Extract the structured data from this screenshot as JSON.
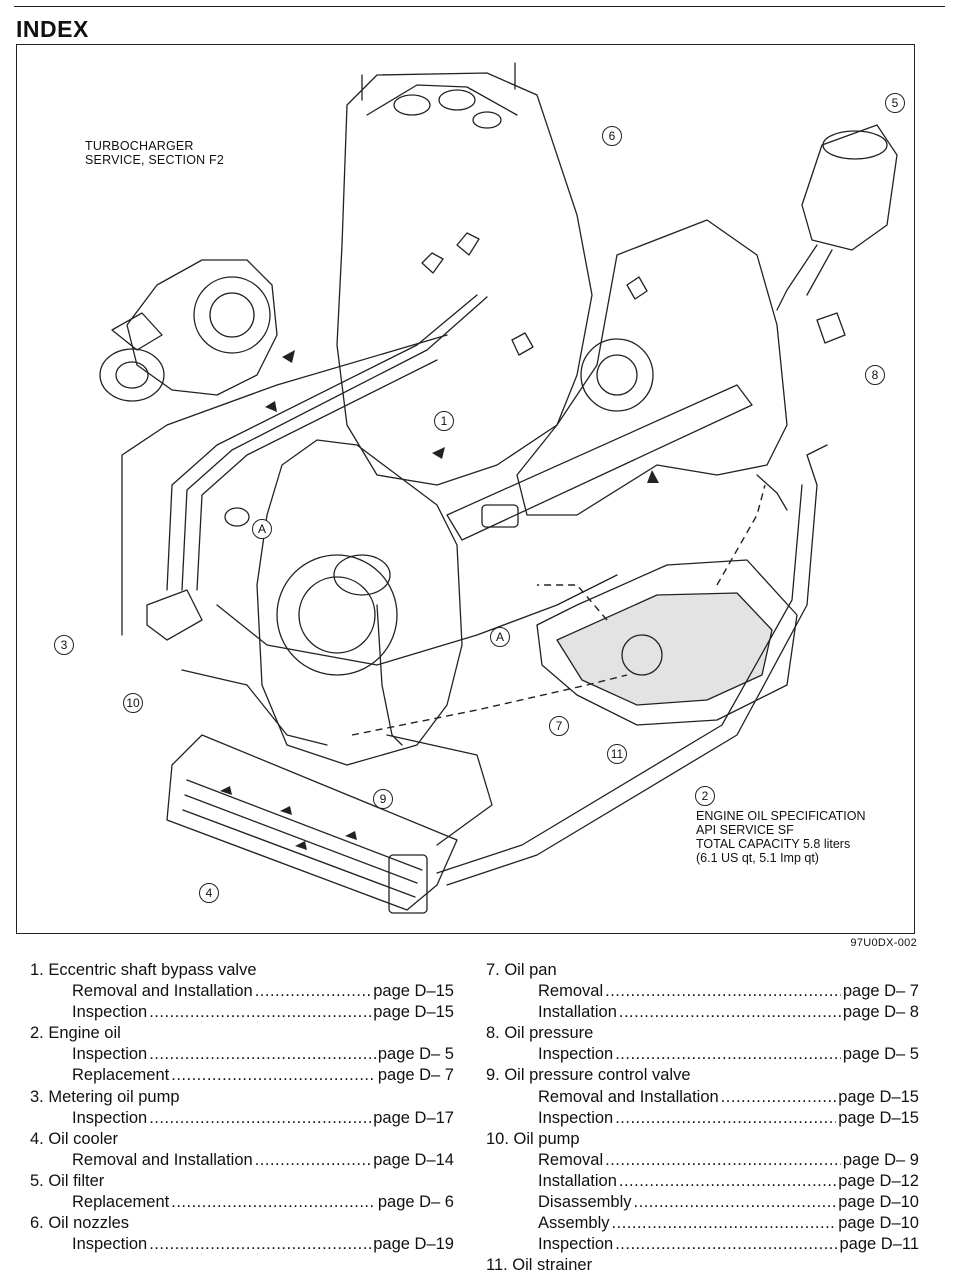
{
  "page": {
    "title": "INDEX"
  },
  "figure": {
    "turbo_note": [
      "TURBOCHARGER",
      "SERVICE, SECTION F2"
    ],
    "callout_a": "A",
    "callouts": [
      "1",
      "2",
      "3",
      "4",
      "5",
      "6",
      "7",
      "8",
      "9",
      "10",
      "11"
    ],
    "spec": [
      "ENGINE OIL SPECIFICATION",
      "API SERVICE SF",
      "TOTAL CAPACITY 5.8 liters",
      "(6.1 US qt, 5.1 Imp qt)"
    ],
    "code": "97U0DX-002"
  },
  "index": {
    "left": [
      {
        "title": "1. Eccentric shaft bypass valve",
        "entries": [
          {
            "label": "Removal and Installation",
            "page": "page D–15"
          },
          {
            "label": "Inspection",
            "page": "page D–15"
          }
        ]
      },
      {
        "title": "2. Engine oil",
        "entries": [
          {
            "label": "Inspection",
            "page": "page D– 5"
          },
          {
            "label": "Replacement",
            "page": "page D– 7"
          }
        ]
      },
      {
        "title": "3. Metering oil pump",
        "entries": [
          {
            "label": "Inspection",
            "page": "page D–17"
          }
        ]
      },
      {
        "title": "4. Oil cooler",
        "entries": [
          {
            "label": "Removal and Installation",
            "page": "page D–14"
          }
        ]
      },
      {
        "title": "5. Oil filter",
        "entries": [
          {
            "label": "Replacement",
            "page": "page D– 6"
          }
        ]
      },
      {
        "title": "6. Oil nozzles",
        "entries": [
          {
            "label": "Inspection",
            "page": "page D–19"
          }
        ]
      }
    ],
    "right": [
      {
        "title": "7. Oil pan",
        "entries": [
          {
            "label": "Removal",
            "page": "page D– 7"
          },
          {
            "label": "Installation",
            "page": "page D– 8"
          }
        ]
      },
      {
        "title": "8. Oil pressure",
        "entries": [
          {
            "label": "Inspection",
            "page": "page D– 5"
          }
        ]
      },
      {
        "title": "9. Oil pressure control valve",
        "entries": [
          {
            "label": "Removal and Installation",
            "page": "page D–15"
          },
          {
            "label": "Inspection",
            "page": "page D–15"
          }
        ]
      },
      {
        "title": "10. Oil pump",
        "entries": [
          {
            "label": "Removal",
            "page": "page D– 9"
          },
          {
            "label": "Installation",
            "page": "page D–12"
          },
          {
            "label": "Disassembly",
            "page": "page D–10"
          },
          {
            "label": "Assembly",
            "page": "page D–10"
          },
          {
            "label": "Inspection",
            "page": "page D–11"
          }
        ]
      },
      {
        "title": "11. Oil strainer",
        "entries": []
      }
    ]
  }
}
